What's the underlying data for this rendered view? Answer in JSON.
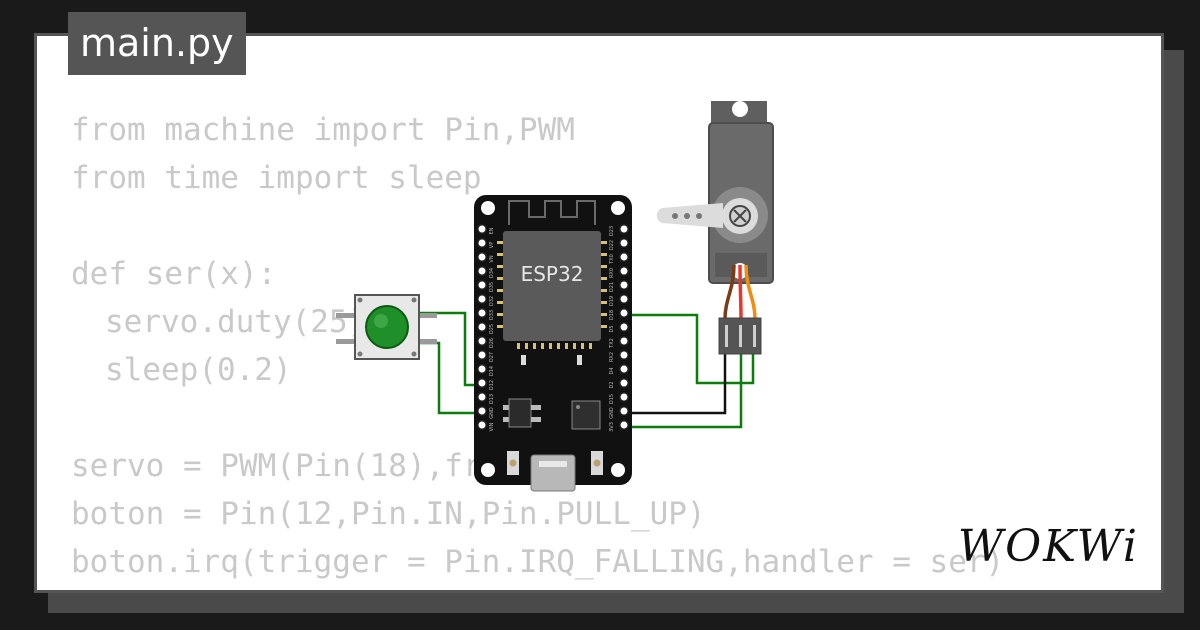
{
  "tab": {
    "title": "main.py"
  },
  "code": {
    "lines": [
      "from machine import Pin,PWM",
      "from time import sleep",
      "",
      "def ser(x):",
      "servo.duty(25)",
      "sleep(0.2)",
      "",
      "servo = PWM(Pin(18),freq=50)",
      "boton = Pin(12,Pin.IN,Pin.PULL_UP)",
      "boton.irq(trigger = Pin.IRQ_FALLING,handler = ser)"
    ]
  },
  "board": {
    "chip_label": "ESP32",
    "left_pins": [
      "EN",
      "VP",
      "VN",
      "D34",
      "D35",
      "D32",
      "D33",
      "D25",
      "D26",
      "D27",
      "D14",
      "D12",
      "D13",
      "GND",
      "VIN"
    ],
    "right_pins": [
      "D23",
      "D22",
      "TX0",
      "RX0",
      "D21",
      "D19",
      "D18",
      "D5",
      "TX2",
      "RX2",
      "D4",
      "D2",
      "D15",
      "GND",
      "3V3"
    ]
  },
  "branding": {
    "logo": "WOKWi"
  },
  "colors": {
    "background": "#1a1a1a",
    "card": "#ffffff",
    "tab_bg": "#555555",
    "code_text": "#c9c9c9",
    "wire_green": "#0a7d0a",
    "wire_black": "#111111",
    "button_green": "#1f8f2a",
    "servo_body": "#5f5f5f"
  }
}
